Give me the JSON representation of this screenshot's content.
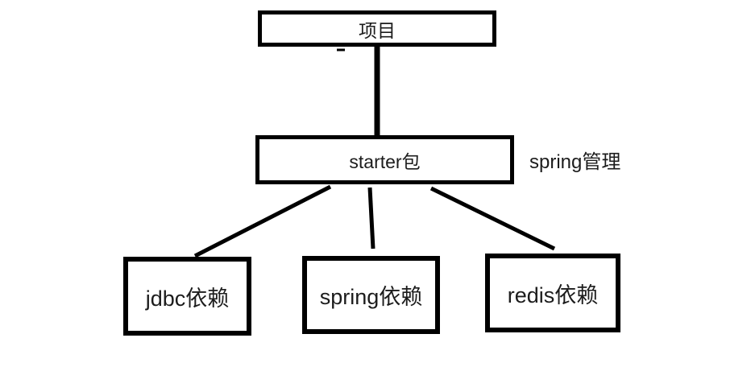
{
  "diagram": {
    "nodes": {
      "project": {
        "label": "项目"
      },
      "starter": {
        "label": "starter包"
      },
      "jdbc": {
        "label": "jdbc依赖"
      },
      "spring": {
        "label": "spring依赖"
      },
      "redis": {
        "label": "redis依赖"
      }
    },
    "annotations": {
      "spring_managed": {
        "label": "spring管理"
      }
    },
    "edges": [
      {
        "from": "project",
        "to": "starter"
      },
      {
        "from": "starter",
        "to": "jdbc"
      },
      {
        "from": "starter",
        "to": "spring"
      },
      {
        "from": "starter",
        "to": "redis"
      }
    ],
    "colors": {
      "background": "#ffffff",
      "stroke": "#000000",
      "text": "#1c1c1c"
    }
  }
}
